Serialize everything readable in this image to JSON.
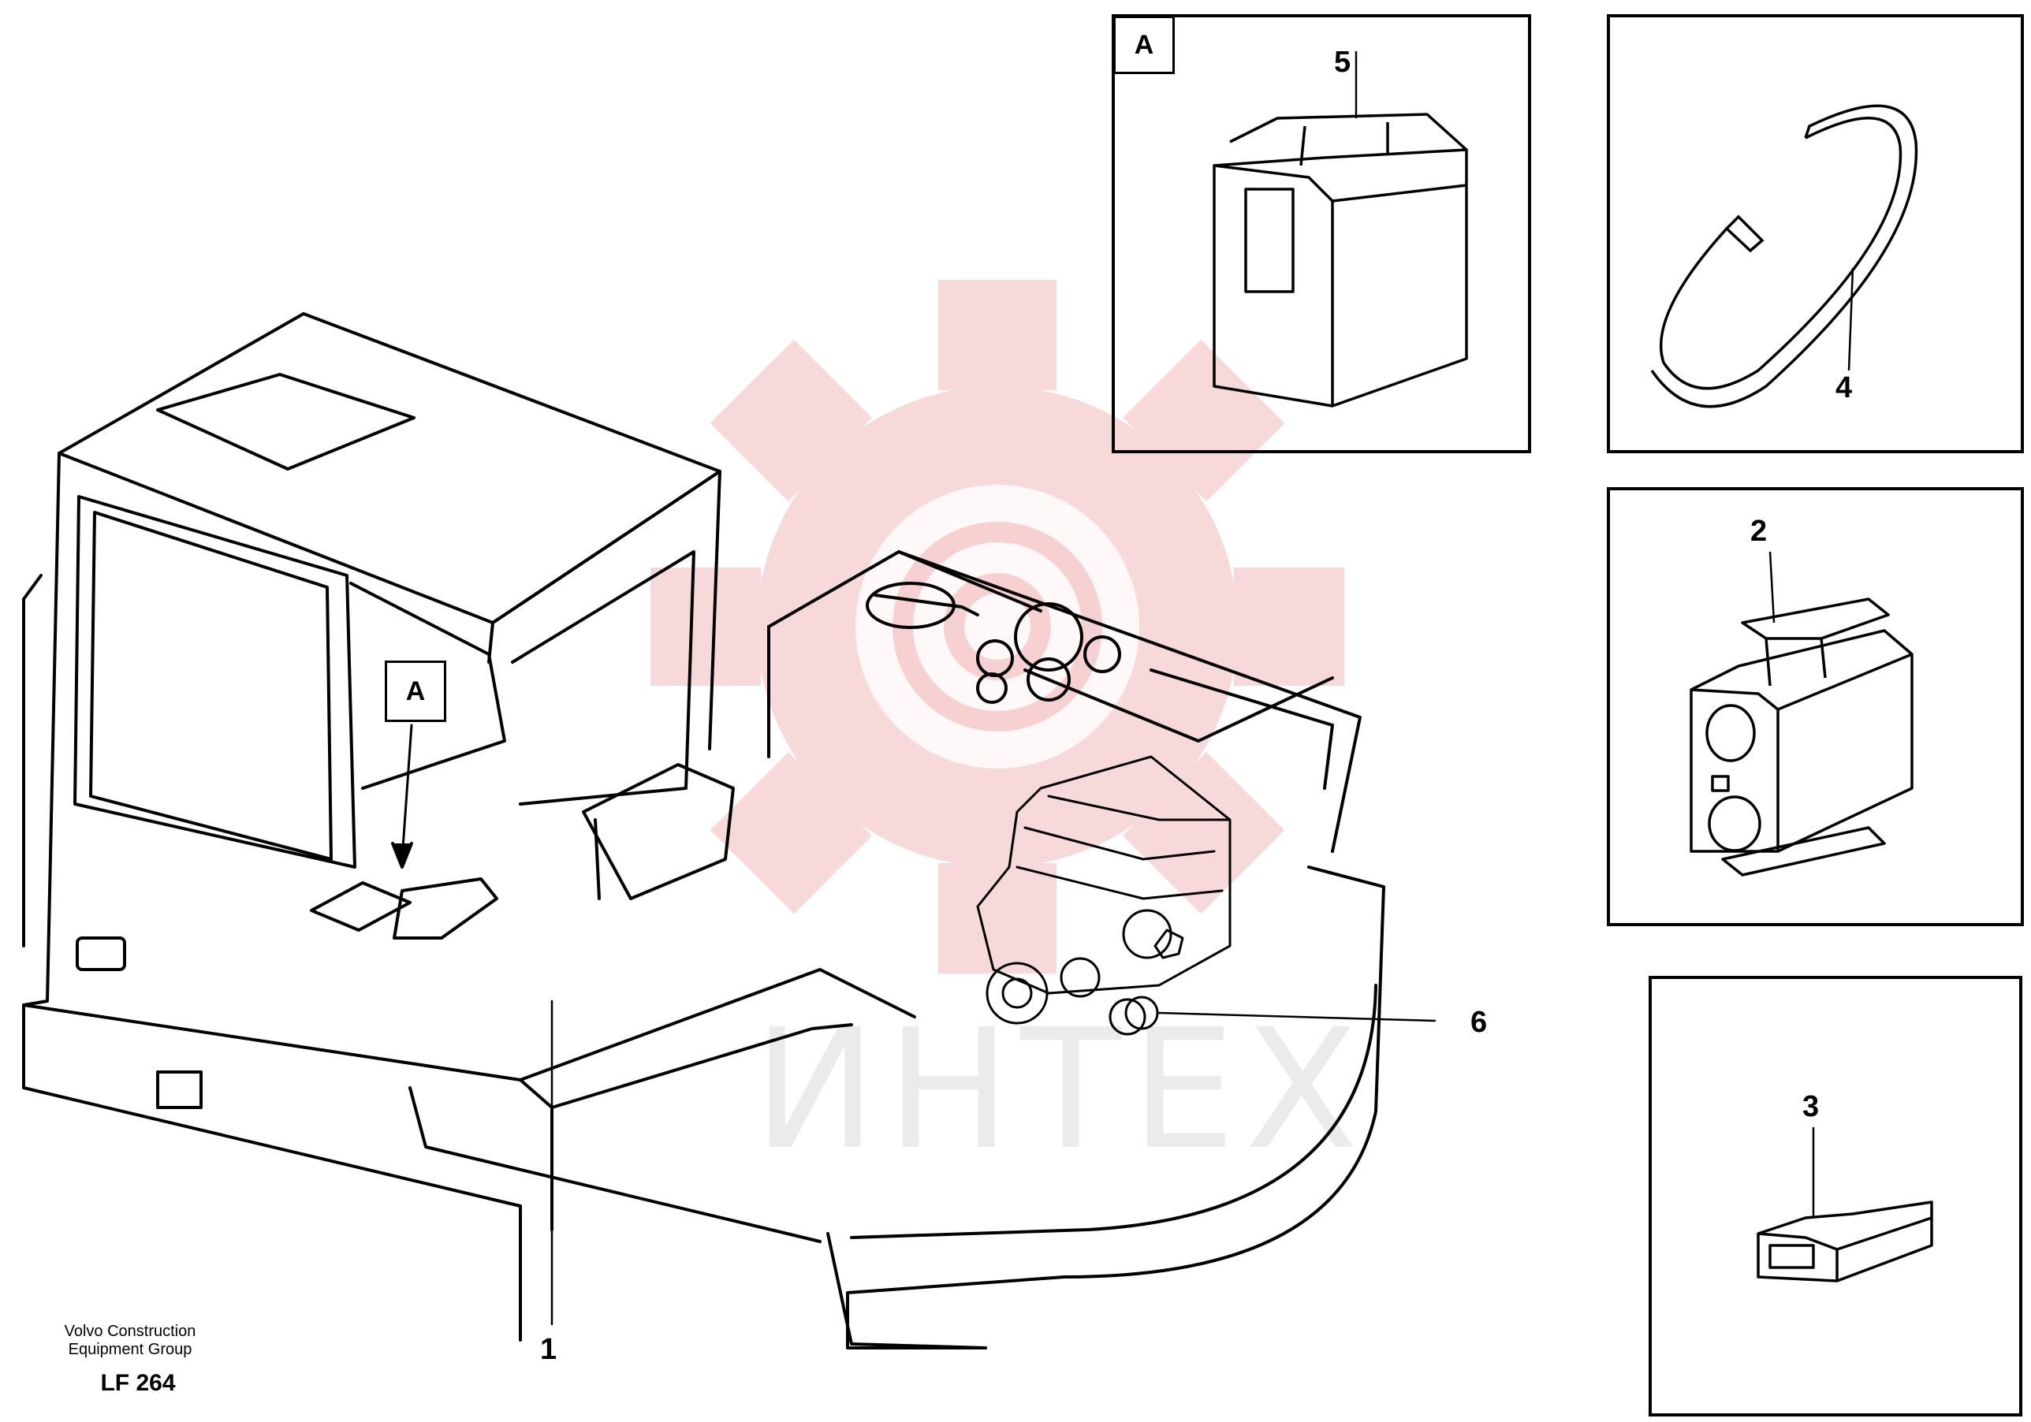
{
  "publisher": {
    "line1": "Volvo Construction",
    "line2": "Equipment Group"
  },
  "drawing_code": "LF 264",
  "watermark_text": "ИНТЕХ",
  "detail_reference": "A",
  "callouts": {
    "c1": "1",
    "c2": "2",
    "c3": "3",
    "c4": "4",
    "c5": "5",
    "c6": "6"
  },
  "colors": {
    "line": "#000000",
    "watermark_gear": "#f4c8c8",
    "watermark_text": "#e6e6e6"
  }
}
